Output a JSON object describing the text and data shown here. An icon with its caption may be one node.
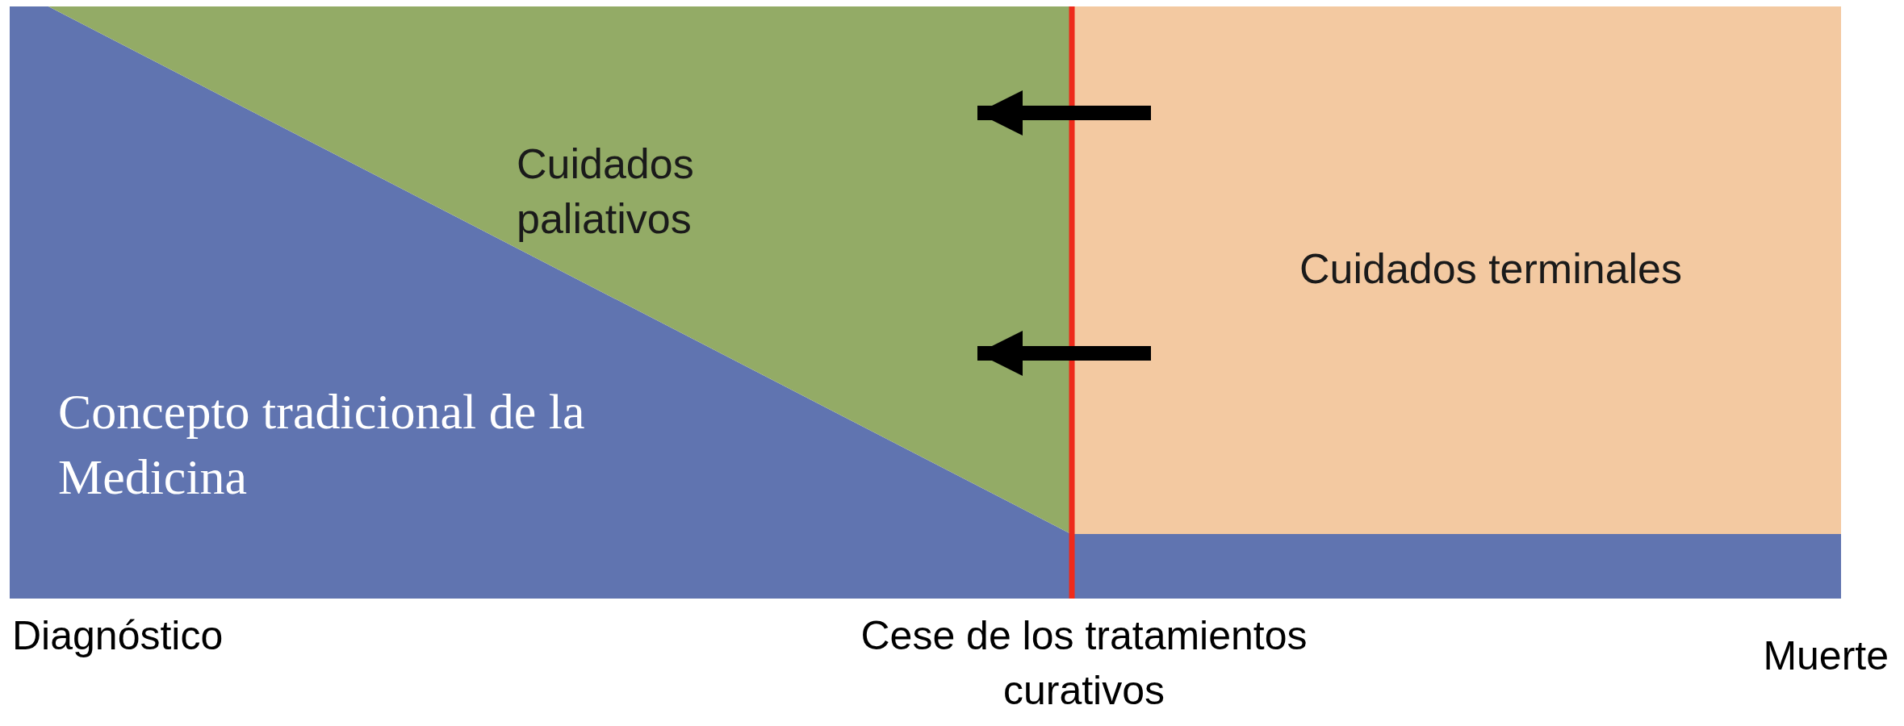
{
  "diagram": {
    "nodes": [
      {
        "text": [
          "Cuidados paliativos"
        ]
      },
      {
        "text": [
          "Cuidados terminales"
        ]
      },
      {
        "text": [
          "Concepto tradicional de la Medicina"
        ]
      }
    ],
    "edges": [
      {
        "from": 1,
        "to": 0,
        "arrow": "to"
      },
      {
        "from": 1,
        "to": 0,
        "arrow": "to"
      }
    ],
    "labels": [
      "Diagnóstico",
      "Cese de los tratamientos curativos",
      "Muerte"
    ]
  }
}
